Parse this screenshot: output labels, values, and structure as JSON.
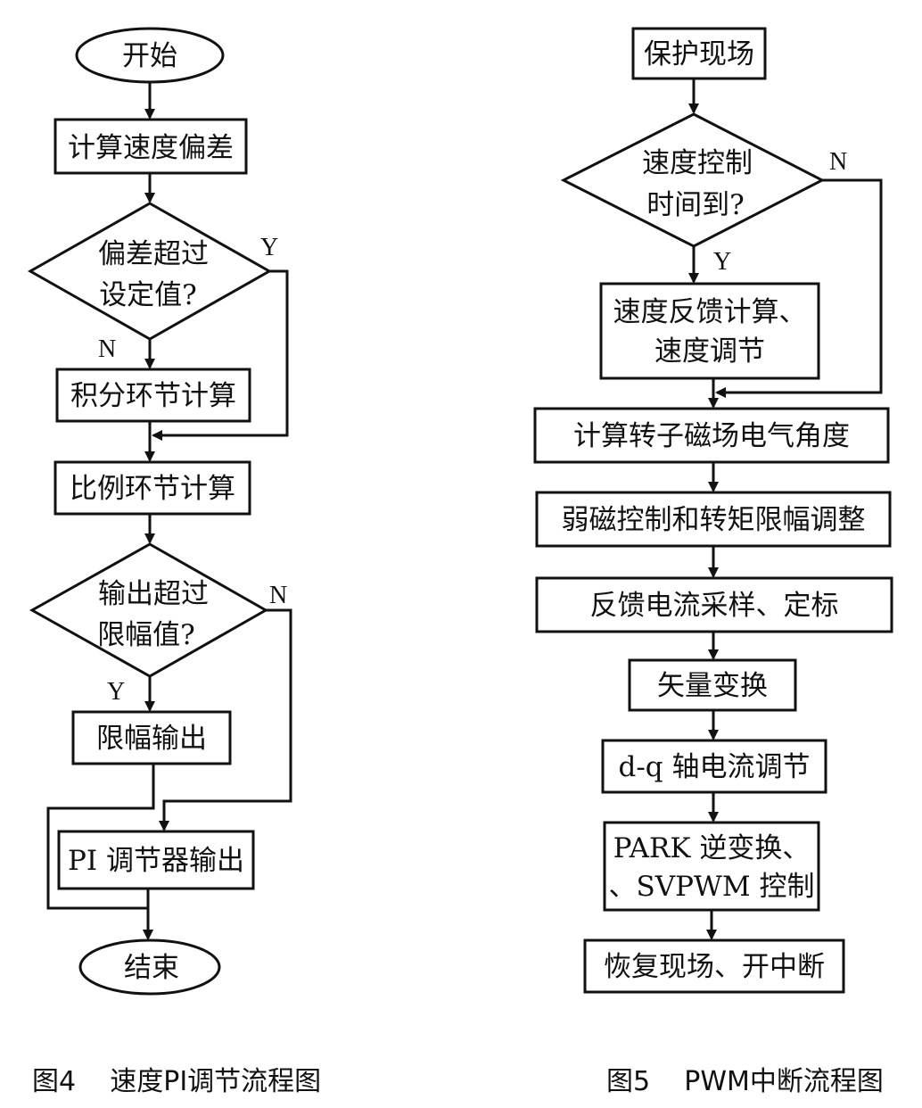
{
  "fig4": {
    "start": "开始",
    "calc_error": "计算速度偏差",
    "decision1": [
      "偏差超过",
      "设定值?"
    ],
    "decision1_yes": "Y",
    "decision1_no": "N",
    "integral": "积分环节计算",
    "proportional": "比例环节计算",
    "decision2": [
      "输出超过",
      "限幅值?"
    ],
    "decision2_yes": "Y",
    "decision2_no": "N",
    "limit_output": "限幅输出",
    "pi_output": "PI 调节器输出",
    "end": "结束",
    "caption": "图4    速度PI调节流程图"
  },
  "fig5": {
    "save": "保护现场",
    "decision": [
      "速度控制",
      "时间到?"
    ],
    "decision_yes": "Y",
    "decision_no": "N",
    "speed_feedback": [
      "速度反馈计算、",
      "速度调节"
    ],
    "rotor_angle": "计算转子磁场电气角度",
    "field_weakening": "弱磁控制和转矩限幅调整",
    "current_sampling": "反馈电流采样、定标",
    "vector_transform": "矢量变换",
    "dq_current": "d-q 轴电流调节",
    "park_svpwm": [
      "PARK 逆变换、",
      "、SVPWM 控制"
    ],
    "restore": "恢复现场、开中断",
    "caption": "图5    PWM中断流程图"
  }
}
